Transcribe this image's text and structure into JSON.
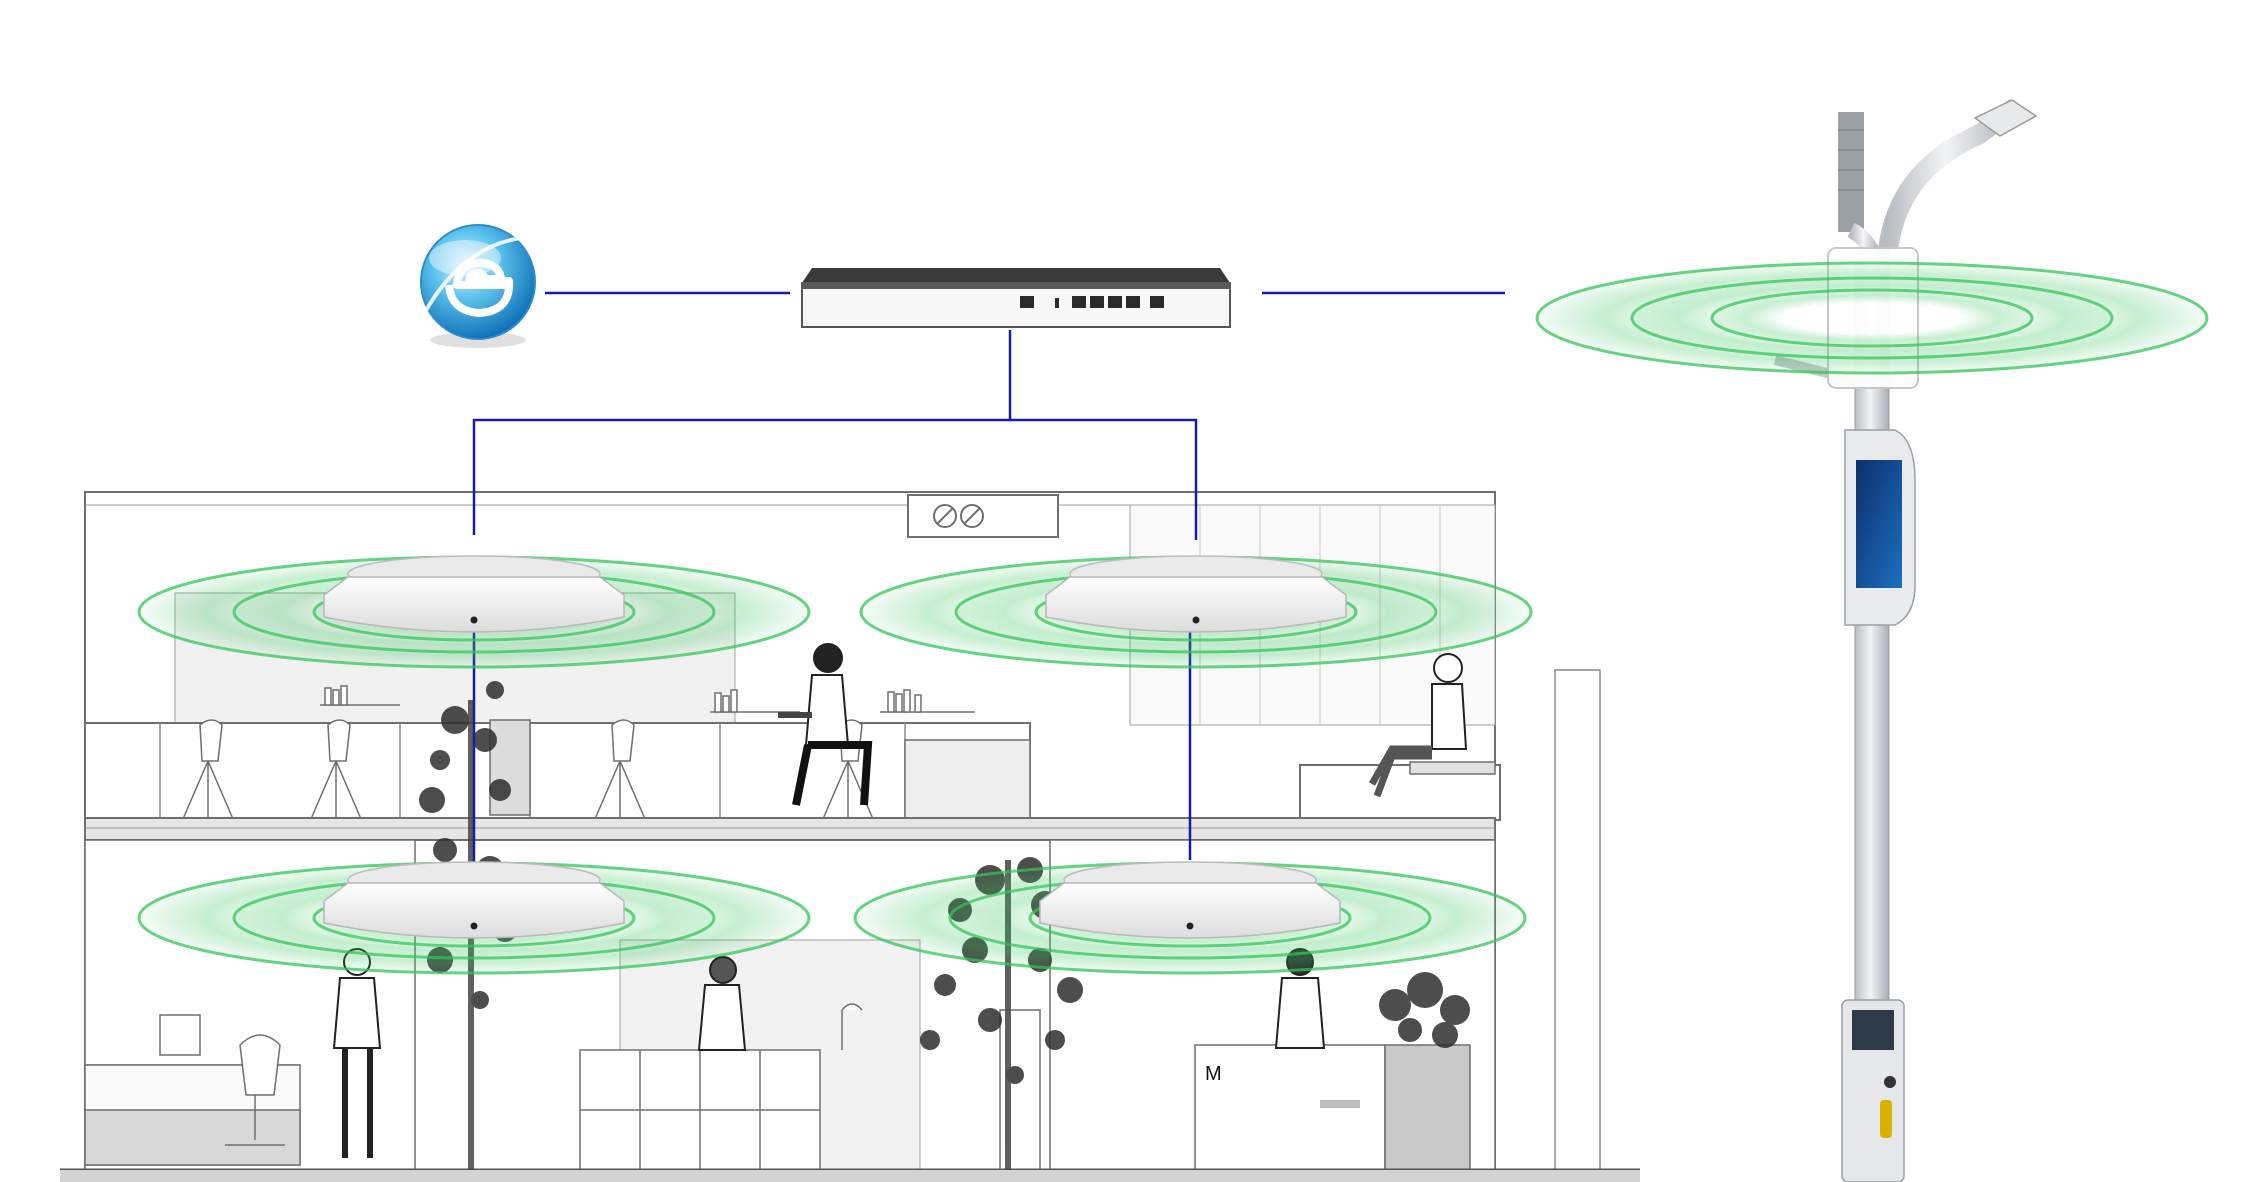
{
  "diagram": {
    "colors": {
      "link": "#1a1aa8",
      "signal": "#33c45a",
      "line_art": "#6f6f6f",
      "wall_fill": "#f4f4f4",
      "device_body": "#f7f7f7",
      "router_top": "#3a3a3a"
    },
    "nodes": [
      {
        "id": "internet",
        "icon": "internet-explorer-icon"
      },
      {
        "id": "router",
        "icon": "gateway-router-icon"
      },
      {
        "id": "street-ap",
        "icon": "smart-pole-ap-icon"
      },
      {
        "id": "ap-1",
        "icon": "ceiling-ap-icon"
      },
      {
        "id": "ap-2",
        "icon": "ceiling-ap-icon"
      },
      {
        "id": "ap-3",
        "icon": "ceiling-ap-icon"
      },
      {
        "id": "ap-4",
        "icon": "ceiling-ap-icon"
      }
    ],
    "edges": [
      {
        "from": "internet",
        "to": "router"
      },
      {
        "from": "router",
        "to": "street-ap"
      },
      {
        "from": "router",
        "to": "ap-1"
      },
      {
        "from": "router",
        "to": "ap-2"
      },
      {
        "from": "ap-1",
        "to": "ap-3"
      },
      {
        "from": "ap-2",
        "to": "ap-4"
      }
    ],
    "building_label": "M"
  }
}
